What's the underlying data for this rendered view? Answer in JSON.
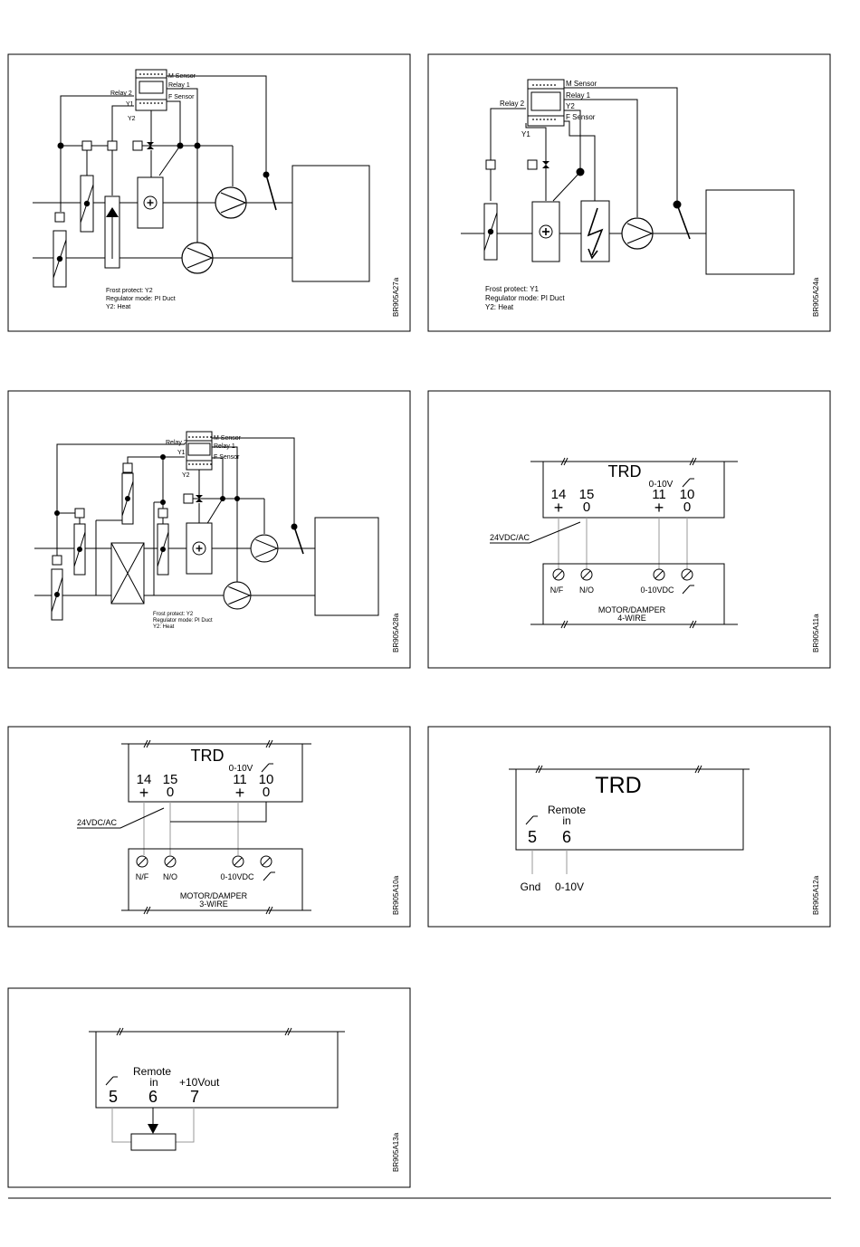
{
  "colors": {
    "ink": "#000000",
    "paper": "#ffffff",
    "wire_grey": "#999999"
  },
  "panels": {
    "p1": {
      "codes": [
        "BR905A27a"
      ],
      "module": {
        "m_sensor": "M Sensor",
        "relay1": "Relay 1",
        "f_sensor": "F Sensor",
        "relay2": "Relay 2",
        "y1": "Y1",
        "y2": "Y2"
      },
      "notes": [
        "Frost protect: Y2",
        "Regulator mode: PI Duct",
        "Y2: Heat"
      ]
    },
    "p2": {
      "codes": [
        "BR905A24a"
      ],
      "module": {
        "m_sensor": "M Sensor",
        "relay1": "Relay 1",
        "y2": "Y2",
        "f_sensor": "F Sensor",
        "relay2": "Relay 2",
        "y1": "Y1"
      },
      "notes": [
        "Frost protect: Y1",
        "Regulator mode: PI Duct",
        "Y2: Heat"
      ]
    },
    "p3": {
      "codes": [
        "BR905A28a"
      ],
      "module": {
        "relay2": "Relay 2",
        "m_sensor": "M Sensor",
        "y1": "Y1",
        "relay1": "Relay 1",
        "f_sensor": "F Sensor",
        "y2": "Y2"
      },
      "notes": [
        "Frost protect: Y2",
        "Regulator mode: PI Duct",
        "Y2: Heat"
      ]
    },
    "p4": {
      "codes": [
        "BR905A11a"
      ],
      "trd": "TRD",
      "range": "0-10V",
      "terms": [
        "14",
        "15",
        "11",
        "10"
      ],
      "signs": [
        "+",
        "0",
        "+",
        "0"
      ],
      "supply": "24VDC/AC",
      "motor": [
        "N/F",
        "N/O",
        "0-10VDC"
      ],
      "caption": [
        "MOTOR/DAMPER",
        "4-WIRE"
      ]
    },
    "p5": {
      "codes": [
        "BR905A10a"
      ],
      "trd": "TRD",
      "range": "0-10V",
      "terms": [
        "14",
        "15",
        "11",
        "10"
      ],
      "signs": [
        "+",
        "0",
        "+",
        "0"
      ],
      "supply": "24VDC/AC",
      "motor": [
        "N/F",
        "N/O",
        "0-10VDC"
      ],
      "caption": [
        "MOTOR/DAMPER",
        "3-WIRE"
      ]
    },
    "p6": {
      "codes": [
        "BR905A12a"
      ],
      "trd": "TRD",
      "remote": [
        "Remote",
        "in"
      ],
      "terms": [
        "5",
        "6"
      ],
      "bottom": [
        "Gnd",
        "0-10V"
      ]
    },
    "p7": {
      "codes": [
        "BR905A13a"
      ],
      "remote": [
        "Remote",
        "in"
      ],
      "out": "+10Vout",
      "terms": [
        "5",
        "6",
        "7"
      ]
    }
  }
}
